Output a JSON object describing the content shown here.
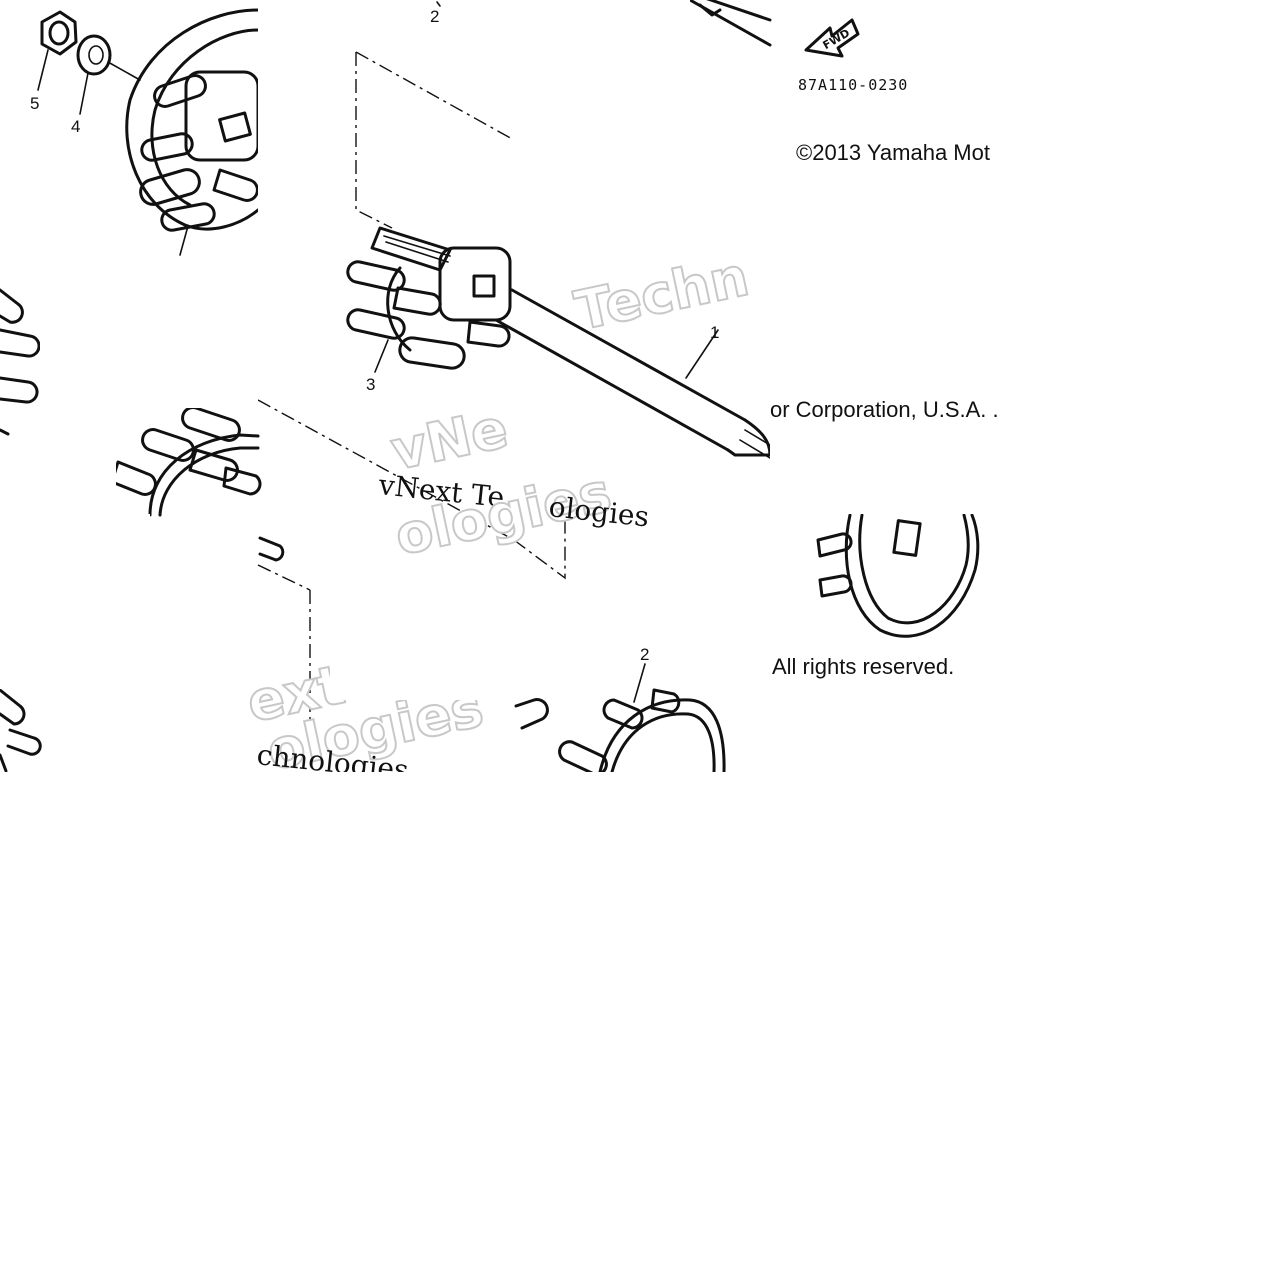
{
  "callouts": {
    "top_2": "2",
    "nut_5": "5",
    "washer_4": "4",
    "sprocket_3": "3",
    "shaft_1": "1",
    "sprocket_2": "2"
  },
  "fwd_label": "FWD",
  "part_code": "87A110-0230",
  "copyright": {
    "line1": "©2013 Yamaha Mot",
    "line2": "or Corporation, U.S.A. .",
    "line3": "All rights reserved."
  },
  "watermark": {
    "serif_a": "vNext Te",
    "serif_b": "ologies",
    "serif_c": "chnologies",
    "outline_a": "Techn",
    "outline_b": "vNe",
    "outline_c": "ologies",
    "outline_d": "ext",
    "outline_e": "ologies"
  }
}
